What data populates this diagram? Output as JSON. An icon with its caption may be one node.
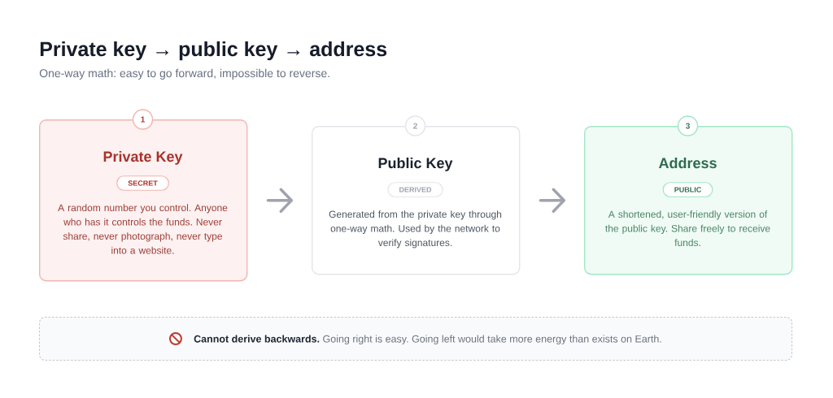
{
  "diagram": {
    "title": "Private key → public key → address",
    "nodes": [
      {
        "text": [
          "Private Key",
          "A random number you control. Anyone who has it controls the funds. Never share, never photograph, never type into a website."
        ]
      },
      {
        "text": [
          "1"
        ]
      },
      {
        "text": [
          "SECRET"
        ],
        "in": 0
      },
      {
        "text": [
          "Public Key",
          "Generated from the private key through one-way math. Used by the network to verify signatures."
        ]
      },
      {
        "text": [
          "2"
        ]
      },
      {
        "text": [
          "DERIVED"
        ],
        "in": 3
      },
      {
        "text": [
          "Address",
          "A shortened, user-friendly version of the public key. Share freely to receive funds."
        ]
      },
      {
        "text": [
          "3"
        ]
      },
      {
        "text": [
          "PUBLIC"
        ],
        "in": 6
      },
      {
        "text": [
          "**Cannot derive backwards.** Going right is easy. Going left would take more energy than exists on Earth."
        ]
      }
    ],
    "edges": [
      {
        "from": 0,
        "to": 3,
        "arrow": "to"
      },
      {
        "from": 3,
        "to": 6,
        "arrow": "to"
      }
    ],
    "labels": [
      "One-way math: easy to go forward, impossible to reverse."
    ]
  }
}
